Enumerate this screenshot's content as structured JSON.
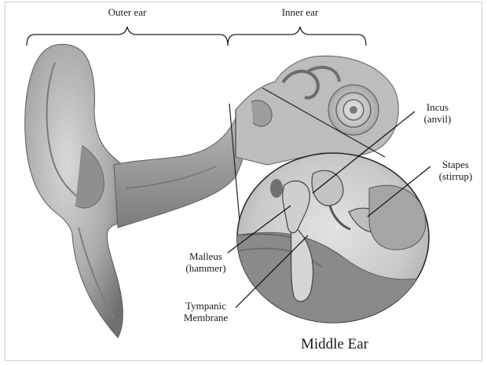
{
  "diagram": {
    "regions": {
      "outer_ear": "Outer ear",
      "inner_ear": "Inner ear"
    },
    "labels": {
      "incus": {
        "name": "Incus",
        "alt": "(anvil)"
      },
      "stapes": {
        "name": "Stapes",
        "alt": "(stirrup)"
      },
      "malleus": {
        "name": "Malleus",
        "alt": "(hammer)"
      },
      "tympanic": {
        "line1": "Tympanic",
        "line2": "Membrane"
      }
    },
    "inset_title": "Middle Ear"
  }
}
